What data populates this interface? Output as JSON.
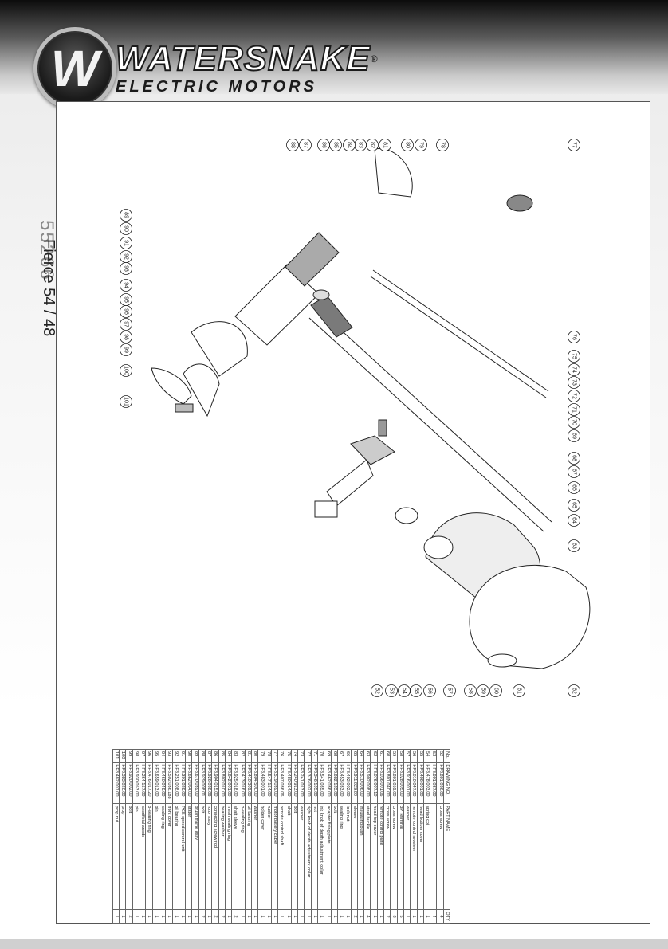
{
  "header": {
    "brand_name": "WATERSNAKE",
    "brand_registered": "®",
    "brand_sub": "ELECTRIC MOTORS",
    "badge_letter": "W"
  },
  "sheet": {
    "model_code": "55266",
    "model_name": "Fierce 54 / 48"
  },
  "callouts": [
    "52",
    "53",
    "54",
    "55",
    "56",
    "57",
    "58",
    "59",
    "60",
    "61",
    "62",
    "63",
    "64",
    "65",
    "66",
    "67",
    "68",
    "69",
    "70",
    "71",
    "72",
    "73",
    "74",
    "75",
    "76",
    "77",
    "78",
    "79",
    "80",
    "81",
    "82",
    "83",
    "84",
    "85",
    "86",
    "87",
    "88",
    "89",
    "90",
    "91",
    "92",
    "93",
    "94",
    "95",
    "96",
    "97",
    "98",
    "99",
    "100",
    "101"
  ],
  "parts_table": {
    "headers": [
      "No.",
      "DRAWING NO.",
      "PART NAME",
      "QTY"
    ],
    "rows": [
      [
        "52",
        "HF8.801.036.00",
        "cross screw",
        "4"
      ],
      [
        "53",
        "HF8.901.037.00",
        "",
        "4"
      ],
      [
        "54",
        "HF8.478.003.00",
        "spring coil",
        "1"
      ],
      [
        "55",
        "HF8.406.001.00",
        "head bottom cover",
        "1"
      ],
      [
        "56",
        "HF8.010.047.00",
        "remote control receiver",
        "1"
      ],
      [
        "57",
        "HF8.916.001.00",
        "washer",
        "1"
      ],
      [
        "58",
        "HF8.028.005.00",
        "3P Terminal",
        "5"
      ],
      [
        "59",
        "HF8.801.059.00",
        "cross screw",
        "8"
      ],
      [
        "60",
        "HF8.801.040.00",
        "cross screw",
        "2"
      ],
      [
        "61",
        "HF8.036.001.06",
        "remote control plate",
        "1"
      ],
      [
        "62",
        "HF8.076.007.10",
        "head top cover",
        "1"
      ],
      [
        "63",
        "HF8.902.008.00",
        "steel buckle",
        "4"
      ],
      [
        "64",
        "HF8.510.006.00",
        "insulating bush",
        "1"
      ],
      [
        "65",
        "HF8.911.029.00",
        "sleeve",
        "2"
      ],
      [
        "66",
        "HF8.402.002.00",
        "lock nut",
        "1"
      ],
      [
        "67",
        "HF8.453.033.00",
        "sealing ring",
        "1"
      ],
      [
        "68",
        "HF8.682.183.00",
        "bolt",
        "1"
      ],
      [
        "69",
        "HF8.462.036.00",
        "adapter fixing plate",
        "1"
      ],
      [
        "70",
        "HF8.541.085.00",
        "ink knob of depth adjustment collar",
        "1"
      ],
      [
        "71",
        "HF8.346.105.00",
        "nut",
        "1"
      ],
      [
        "72",
        "HF8.376.002.00",
        "right knob of depth adjustment collar",
        "1"
      ],
      [
        "73",
        "HF8.241.013.00",
        "washer",
        "1"
      ],
      [
        "74",
        "HF8.240.913.00",
        "bolt",
        "1"
      ],
      [
        "75",
        "HF8.480.014.00",
        "shaft",
        "1"
      ],
      [
        "76",
        "HF8.407.036.06",
        "remote control shaft",
        "1"
      ],
      [
        "77",
        "HF8.519.039.00",
        "motor battery cable",
        "1"
      ],
      [
        "78",
        "HF8.547.154.00",
        "rubber",
        "1"
      ],
      [
        "79",
        "HF8.483.001.00",
        "holder cover",
        "1"
      ],
      [
        "80",
        "HF8.804.500.00",
        "washer",
        "1"
      ],
      [
        "81",
        "HF8.410.309.00",
        "oil bearing",
        "1"
      ],
      [
        "82",
        "HF8.413.016.00",
        "o-sealing ring",
        "1"
      ],
      [
        "83",
        "HF8.925.018.00",
        "shaft sleeve",
        "2"
      ],
      [
        "84",
        "HF8.642.001.00",
        "mesh sealing ring",
        "1"
      ],
      [
        "85",
        "HF8.802.010.00",
        "bearing washer",
        "2"
      ],
      [
        "86",
        "HF8.904.015.00",
        "connecting screw rod",
        "2"
      ],
      [
        "87",
        "HF8.926.038.06",
        "rotor assy",
        "1"
      ],
      [
        "88",
        "HF8.929.008.01",
        "bolt",
        "2"
      ],
      [
        "89",
        "HF8.670.039.00",
        "brush frame assy",
        "1"
      ],
      [
        "90",
        "HF8.662.064.00",
        "stator",
        "1"
      ],
      [
        "91",
        "HF8.301.029.00",
        "PCB speed control unit",
        "1"
      ],
      [
        "92",
        "HF8.251.008.00",
        "oil bearing",
        "1"
      ],
      [
        "93",
        "HF8.502.036.188",
        "front cover",
        "1"
      ],
      [
        "94",
        "HF8.460.049.00",
        "sealing ring",
        "1"
      ],
      [
        "95",
        "HF8.659.013.00",
        "pin",
        "1"
      ],
      [
        "96",
        "HF8.476.017.20",
        "o-sealing ring",
        "1"
      ],
      [
        "97",
        "HF8.264.157.00",
        "sacrificial anode",
        "1"
      ],
      [
        "98",
        "HF8.930.053.00",
        "pin",
        "1"
      ],
      [
        "99",
        "HF8.920.002.00",
        "bolt",
        "2"
      ],
      [
        "100",
        "HF8.383.020.00",
        "prop",
        "1"
      ],
      [
        "101",
        "HF8.482.007.00",
        "prop nut",
        "1"
      ]
    ]
  }
}
